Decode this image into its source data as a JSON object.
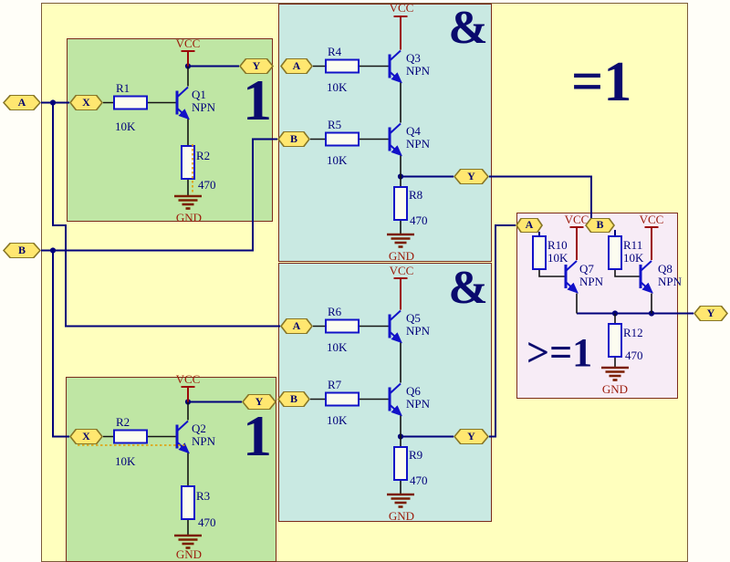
{
  "letters": {
    "a": "A",
    "b": "B",
    "x": "X",
    "y": "Y"
  },
  "power": {
    "vcc": "VCC",
    "gnd": "GND"
  },
  "gates": {
    "xor_symbol": "=1",
    "not1": {
      "symbol": "1",
      "q": "Q1",
      "q_type": "NPN",
      "r_in": "R1",
      "r_in_val": "10K",
      "r_pull": "R2",
      "r_pull_val": "470"
    },
    "not2": {
      "symbol": "1",
      "q": "Q2",
      "q_type": "NPN",
      "r_in": "R2",
      "r_in_val": "10K",
      "r_pull": "R3",
      "r_pull_val": "470"
    },
    "and1": {
      "symbol": "&",
      "q_a": "Q3",
      "q_b": "Q4",
      "q_type": "NPN",
      "r_a": "R4",
      "r_a_val": "10K",
      "r_b": "R5",
      "r_b_val": "10K",
      "r_e": "R8",
      "r_e_val": "470"
    },
    "and2": {
      "symbol": "&",
      "q_a": "Q5",
      "q_b": "Q6",
      "q_type": "NPN",
      "r_a": "R6",
      "r_a_val": "10K",
      "r_b": "R7",
      "r_b_val": "10K",
      "r_e": "R9",
      "r_e_val": "470"
    },
    "or1": {
      "symbol": ">=1",
      "q_a": "Q7",
      "q_b": "Q8",
      "q_type": "NPN",
      "r_a": "R10",
      "r_a_val": "10K",
      "r_b": "R11",
      "r_b_val": "10K",
      "r_e": "R12",
      "r_e_val": "470"
    }
  },
  "colors": {
    "sheet_yellow": "#FFFFBE",
    "gate_green": "#BFE6A4",
    "gate_cyan": "#C9E9E2",
    "gate_pink": "#F7ECF6",
    "wire_navy": "#00007B",
    "component_blue": "#1212C8",
    "power_red": "#9B0A0A",
    "ground_red": "#7B1E00",
    "port_fill": "#FFE770"
  }
}
